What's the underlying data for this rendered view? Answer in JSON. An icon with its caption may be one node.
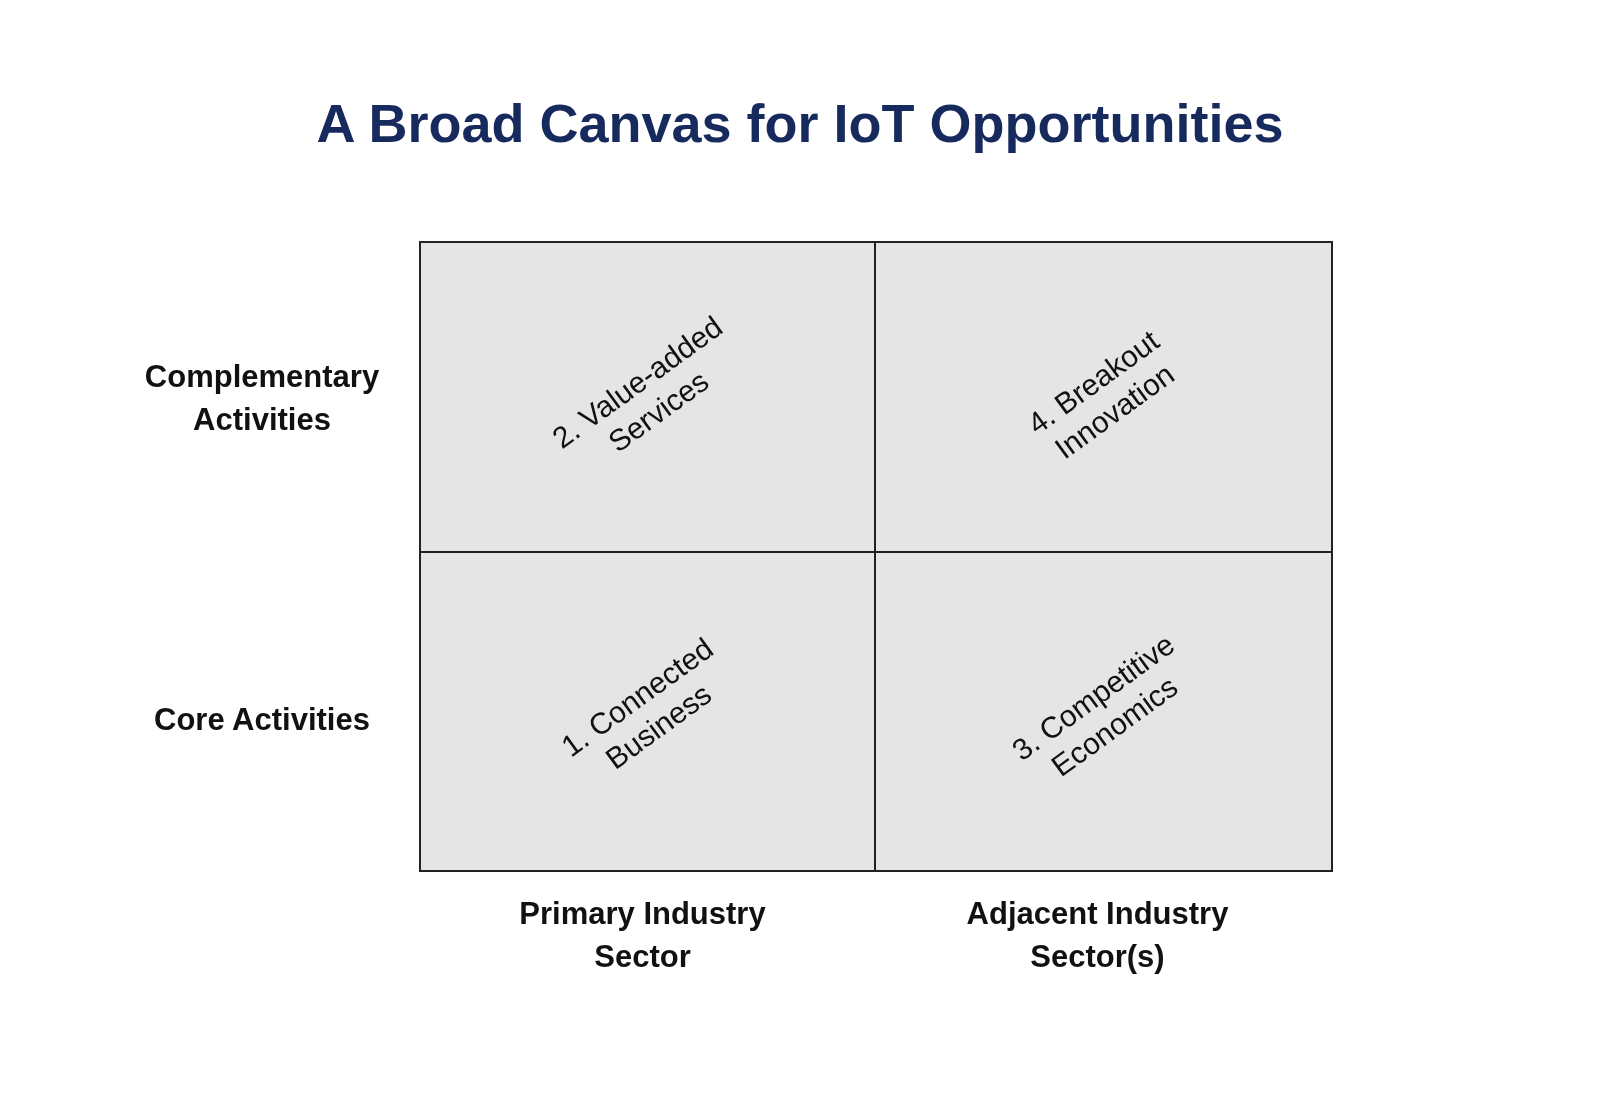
{
  "diagram": {
    "title": "A Broad Canvas for IoT Opportunities",
    "nodes": [
      {
        "text": [
          "2. Value-added Services"
        ]
      },
      {
        "text": [
          "4. Breakout Innovation"
        ]
      },
      {
        "text": [
          "1. Connected Business"
        ]
      },
      {
        "text": [
          "3. Competitive Economics"
        ]
      }
    ],
    "labels": [
      "Complementary Activities",
      "Core Activities",
      "Primary Industry Sector",
      "Adjacent Industry Sector(s)"
    ]
  }
}
